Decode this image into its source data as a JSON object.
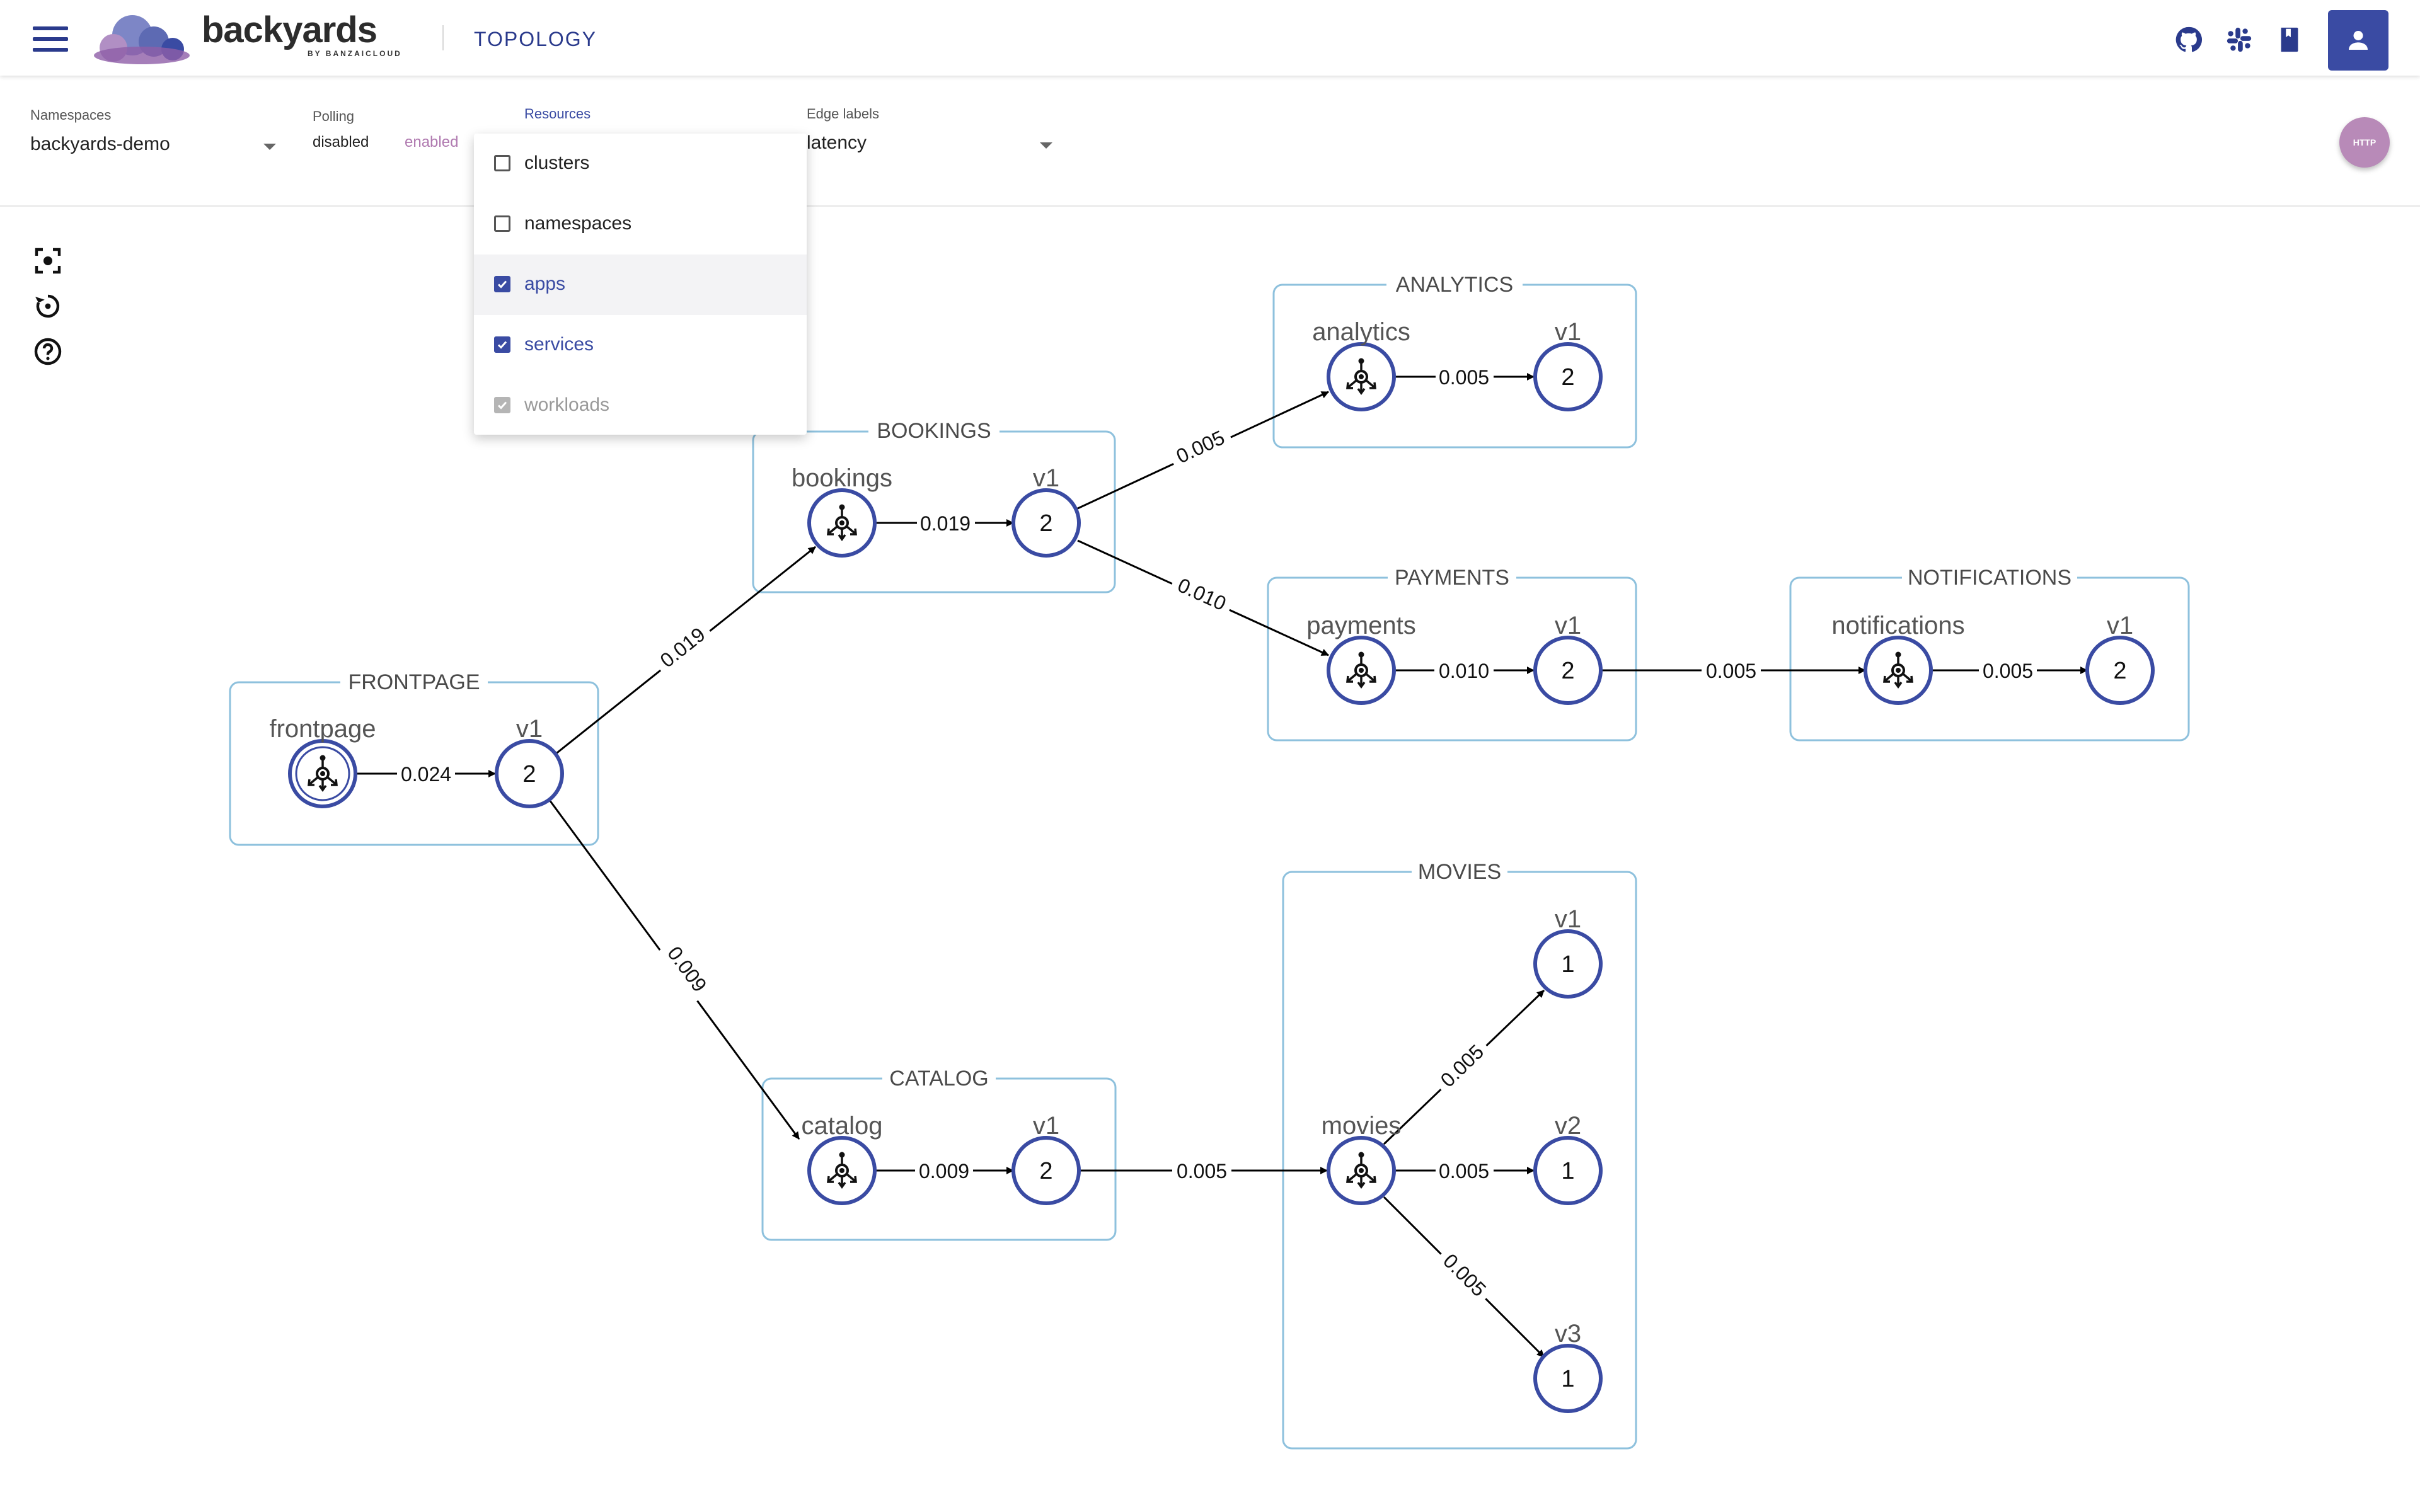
{
  "app": {
    "brand": "backyards",
    "brand_sub": "BY BANZAICLOUD",
    "page": "TOPOLOGY"
  },
  "filters": {
    "namespaces_label": "Namespaces",
    "namespaces_value": "backyards-demo",
    "polling_label": "Polling",
    "polling_disabled": "disabled",
    "polling_enabled": "enabled",
    "resources_label": "Resources",
    "edge_label": "Edge labels",
    "edge_value": "latency",
    "http_button": "HTTP"
  },
  "resources": [
    {
      "label": "clusters",
      "checked": false,
      "disabled": false
    },
    {
      "label": "namespaces",
      "checked": false,
      "disabled": false
    },
    {
      "label": "apps",
      "checked": true,
      "disabled": false
    },
    {
      "label": "services",
      "checked": true,
      "disabled": false
    },
    {
      "label": "workloads",
      "checked": true,
      "disabled": true
    }
  ],
  "colors": {
    "accent": "#3a4ba3",
    "group_border": "#8ec1dd",
    "polling_enabled": "#b07ab0",
    "http": "#b88ab8"
  },
  "header_icons": [
    "github-icon",
    "slack-icon",
    "book-icon",
    "user-icon"
  ],
  "side_tools": [
    "focus-icon",
    "reset-icon",
    "help-icon"
  ],
  "graph": {
    "groups": {
      "frontpage": "FRONTPAGE",
      "bookings": "BOOKINGS",
      "analytics": "ANALYTICS",
      "payments": "PAYMENTS",
      "notifications": "NOTIFICATIONS",
      "catalog": "CATALOG",
      "movies": "MOVIES"
    },
    "services": {
      "frontpage": "frontpage",
      "bookings": "bookings",
      "analytics": "analytics",
      "payments": "payments",
      "notifications": "notifications",
      "catalog": "catalog",
      "movies": "movies"
    },
    "workloads": {
      "frontpage_v1": {
        "label": "v1",
        "count": "2"
      },
      "bookings_v1": {
        "label": "v1",
        "count": "2"
      },
      "analytics_v1": {
        "label": "v1",
        "count": "2"
      },
      "payments_v1": {
        "label": "v1",
        "count": "2"
      },
      "notifications_v1": {
        "label": "v1",
        "count": "2"
      },
      "catalog_v1": {
        "label": "v1",
        "count": "2"
      },
      "movies_v1": {
        "label": "v1",
        "count": "1"
      },
      "movies_v2": {
        "label": "v2",
        "count": "1"
      },
      "movies_v3": {
        "label": "v3",
        "count": "1"
      }
    },
    "edges": {
      "frontpage_v1": "0.024",
      "frontpage_bookings": "0.019",
      "frontpage_catalog": "0.009",
      "bookings_v1": "0.019",
      "bookings_analytics": "0.005",
      "bookings_payments": "0.010",
      "analytics_v1": "0.005",
      "payments_v1": "0.010",
      "payments_notifications": "0.005",
      "notifications_v1": "0.005",
      "catalog_v1": "0.009",
      "catalog_movies": "0.005",
      "movies_v1": "0.005",
      "movies_v2": "0.005",
      "movies_v3": "0.005"
    }
  }
}
